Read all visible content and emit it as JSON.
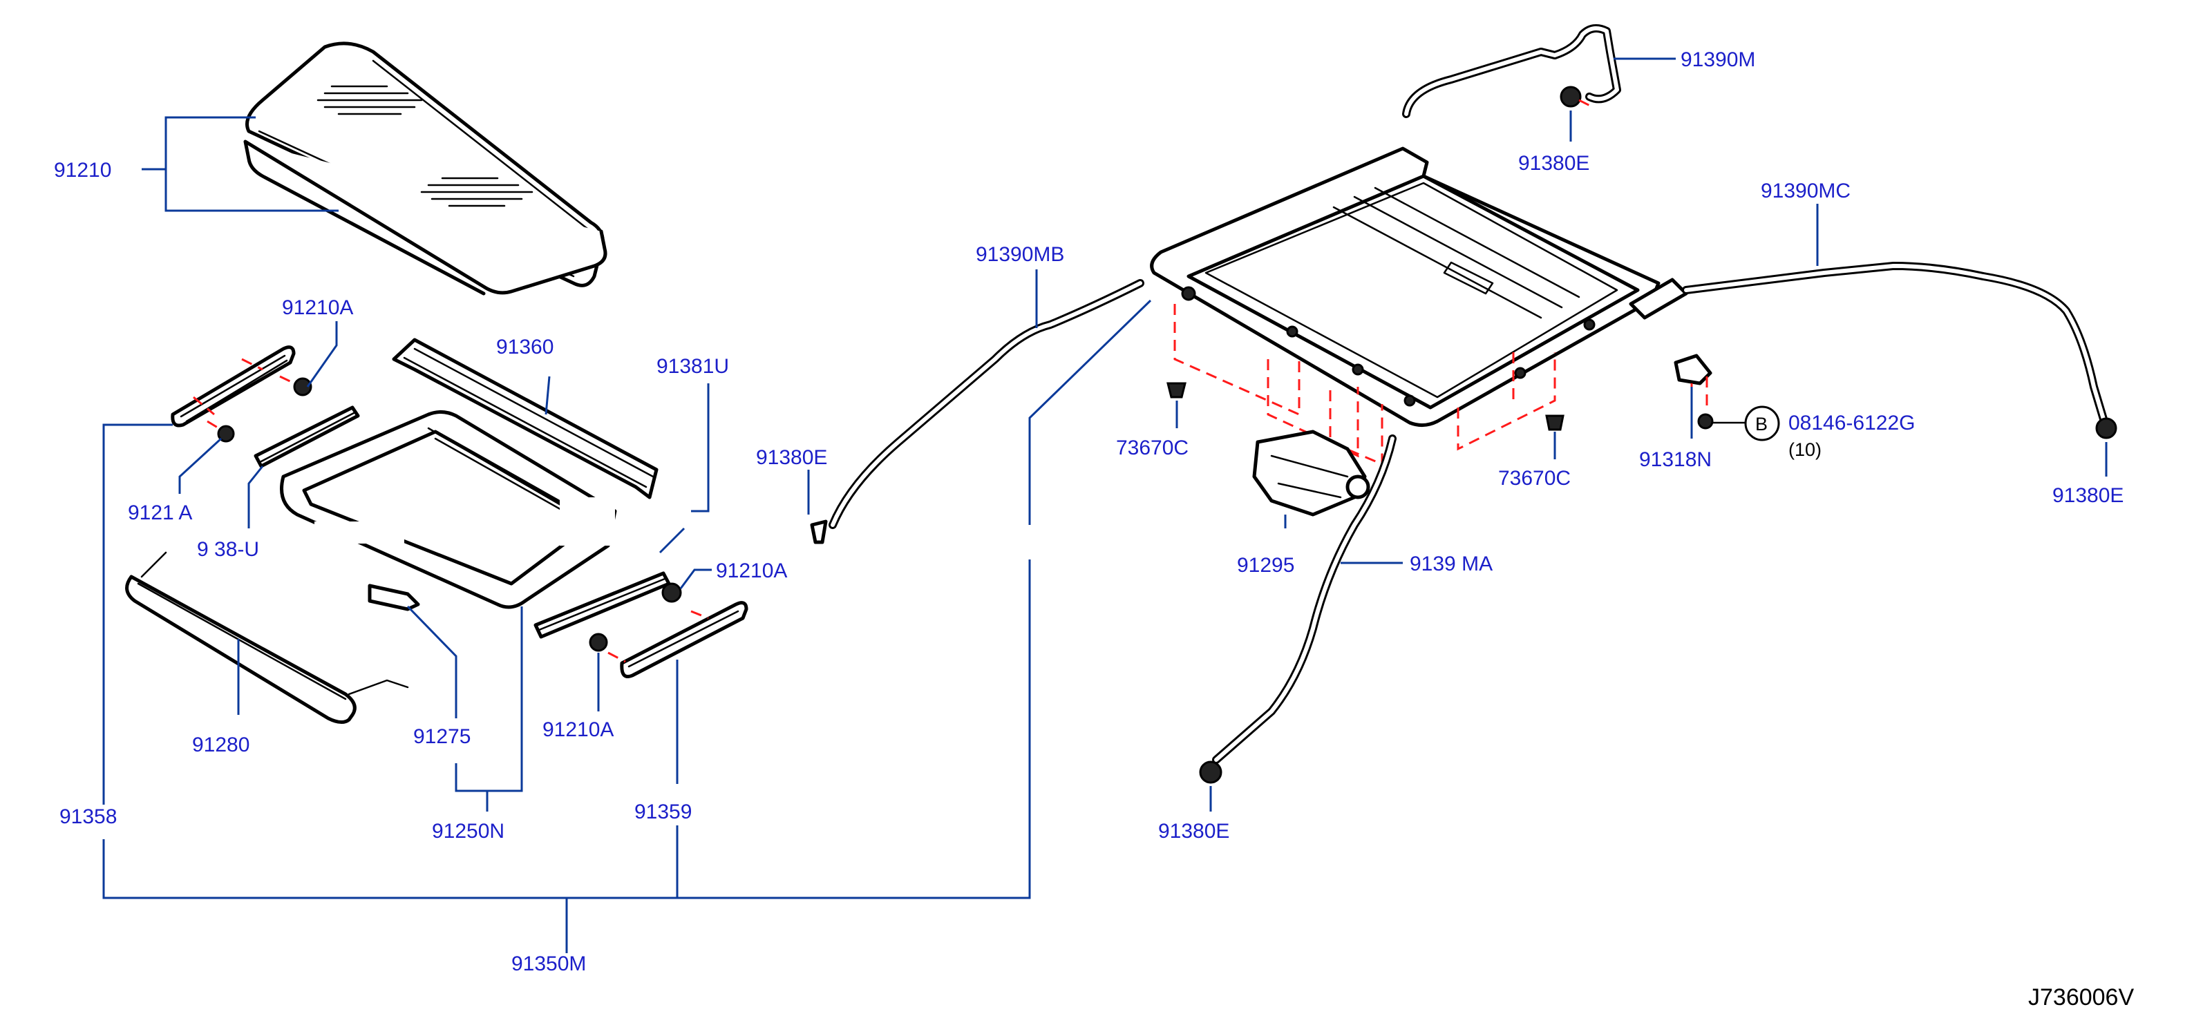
{
  "labels": {
    "p91210": "91210",
    "p91210a_top": "91210A",
    "p91360": "91360",
    "p91381u": "91381U",
    "p91210a_left_partial": "9121 A",
    "p91380u_partial": "9 38-U",
    "p91210a_mid": "91210A",
    "p91210a_low": "91210A",
    "p91280": "91280",
    "p91275": "91275",
    "p91250n": "91250N",
    "p91358": "91358",
    "p91359": "91359",
    "p91350m": "91350M",
    "p91380e_left": "91380E",
    "p91390mb": "91390MB",
    "p91390m": "91390M",
    "p91380e_topright": "91380E",
    "p91390mc": "91390MC",
    "p73670c_left": "73670C",
    "p73670c_right": "73670C",
    "p91295": "91295",
    "p91390ma_partial": "9139  MA",
    "p91380e_bottom": "91380E",
    "p91318n": "91318N",
    "bolt_marker": "B",
    "bolt_code": "08146-6122G",
    "bolt_qty": "(10)",
    "p91380e_right": "91380E",
    "diagram_id": "J736006V"
  }
}
